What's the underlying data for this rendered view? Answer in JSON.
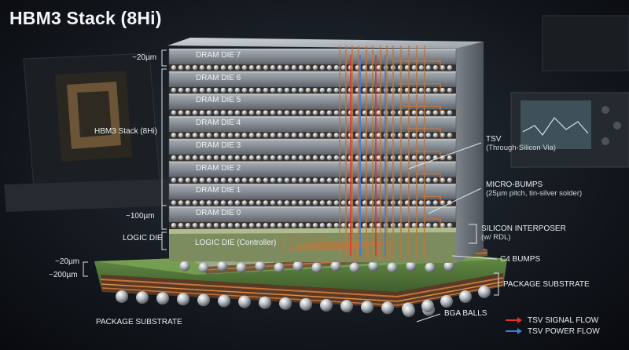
{
  "title": "HBM3 Stack (8Hi)",
  "left_labels": {
    "die_thickness": "~20µm",
    "stack": "HBM3 Stack (8Hi)",
    "logic_thickness": "~100µm",
    "logic_die": "LOGIC DIE",
    "substrate_top": "~20µm",
    "substrate_thickness": "~200µm",
    "package_substrate": "PACKAGE SUBSTRATE"
  },
  "dies": [
    "DRAM DIE 7",
    "DRAM DIE 6",
    "DRAM DIE 5",
    "DRAM DIE 4",
    "DRAM DIE 3",
    "DRAM DIE 2",
    "DRAM DIE 1",
    "DRAM DIE 0"
  ],
  "logic_die_label": "LOGIC DIE (Controller)",
  "right_labels": {
    "tsv": "TSV",
    "tsv_sub": "(Through-Silicon Via)",
    "micro_bumps": "MICRO-BUMPS",
    "micro_bumps_sub": "(25µm pitch, tin-silver solder)",
    "interposer": "SILICON INTERPOSER",
    "interposer_sub": "(w/ RDL)",
    "c4": "C4 BUMPS",
    "package_substrate": "PACKAGE SUBSTRATE",
    "bga": "BGA BALLS"
  },
  "legend": [
    {
      "label": "TSV SIGNAL FLOW",
      "color": "#e0322b"
    },
    {
      "label": "TSV POWER FLOW",
      "color": "#3f7be0"
    }
  ],
  "colors": {
    "die_face": "#8f969c",
    "die_top": "#b6bcc2",
    "copper": "#c5743a",
    "pcb_green": "#4f7a3a",
    "logic_green": "#7c8c5e"
  }
}
